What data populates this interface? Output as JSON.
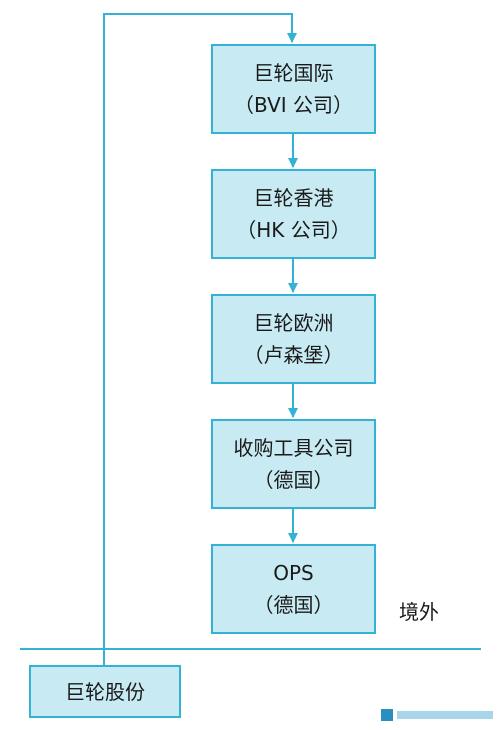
{
  "boxes": [
    {
      "line1": "巨轮国际",
      "line2": "（BVI 公司）"
    },
    {
      "line1": "巨轮香港",
      "line2": "（HK 公司）"
    },
    {
      "line1": "巨轮欧洲",
      "line2": "（卢森堡）"
    },
    {
      "line1": "收购工具公司",
      "line2": "（德国）"
    },
    {
      "line1": "OPS",
      "line2": "（德国）"
    }
  ],
  "parent": {
    "label": "巨轮股份"
  },
  "region_label": "境外",
  "colors": {
    "box_fill": "#c8eaf3",
    "box_border": "#33b2d6",
    "line": "#33b2d6"
  }
}
